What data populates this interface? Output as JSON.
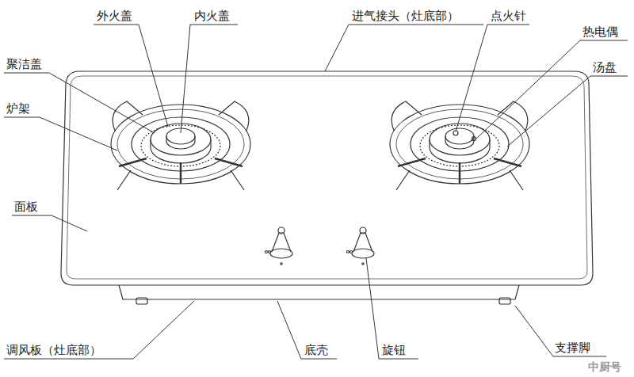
{
  "diagram": {
    "labels": [
      "外火盖",
      "内火盖",
      "进气接头（灶底部）",
      "点火针",
      "热电偶",
      "汤盘",
      "聚洁盖",
      "炉架",
      "面板",
      "调风板（灶底部）",
      "底壳",
      "旋钮",
      "支撑脚",
      "中厨号"
    ]
  }
}
